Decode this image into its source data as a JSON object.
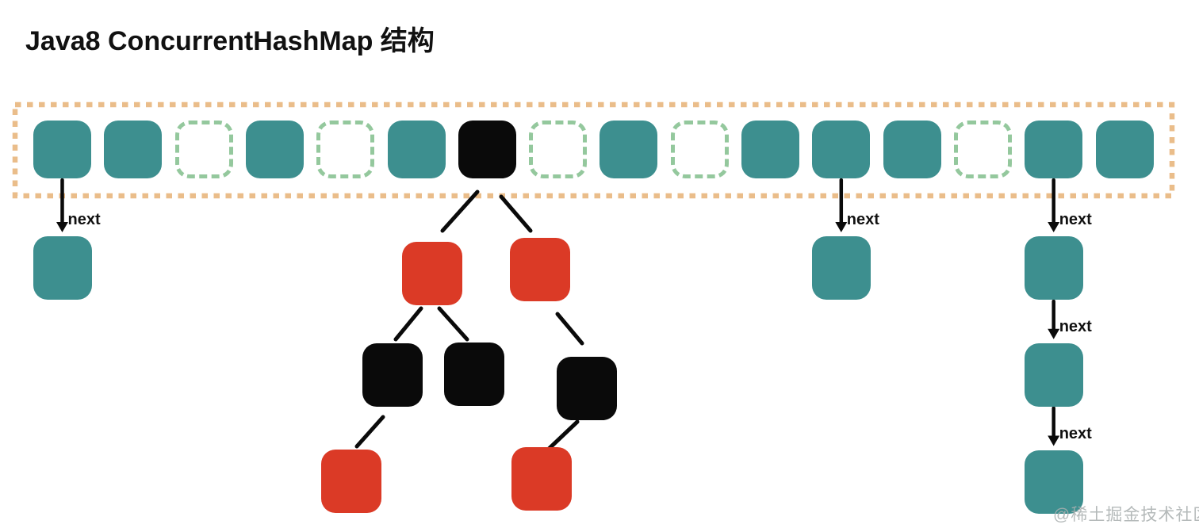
{
  "title": "Java8 ConcurrentHashMap 结构",
  "watermark": "@稀土掘金技术社区",
  "colors": {
    "teal": "#3D8F8F",
    "empty_slot_green": "#94C89D",
    "array_border": "#EABD8A",
    "tree_red": "#DB3A26",
    "node_black": "#0A0A0A",
    "text_black": "#111111",
    "watermark_gray": "#A9AFAF"
  },
  "array": {
    "cells": [
      {
        "index": 0,
        "type": "filled"
      },
      {
        "index": 1,
        "type": "filled"
      },
      {
        "index": 2,
        "type": "empty"
      },
      {
        "index": 3,
        "type": "filled"
      },
      {
        "index": 4,
        "type": "empty"
      },
      {
        "index": 5,
        "type": "filled"
      },
      {
        "index": 6,
        "type": "treebin"
      },
      {
        "index": 7,
        "type": "empty"
      },
      {
        "index": 8,
        "type": "filled"
      },
      {
        "index": 9,
        "type": "empty"
      },
      {
        "index": 10,
        "type": "filled"
      },
      {
        "index": 11,
        "type": "filled"
      },
      {
        "index": 12,
        "type": "filled"
      },
      {
        "index": 13,
        "type": "empty"
      },
      {
        "index": 14,
        "type": "filled"
      },
      {
        "index": 15,
        "type": "filled"
      }
    ]
  },
  "chains": [
    {
      "bucket_index": 0,
      "arrow_labels": [
        "next"
      ],
      "nodes": [
        "teal"
      ]
    },
    {
      "bucket_index": 11,
      "arrow_labels": [
        "next"
      ],
      "nodes": [
        "teal"
      ]
    },
    {
      "bucket_index": 14,
      "arrow_labels": [
        "next",
        "next",
        "next"
      ],
      "nodes": [
        "teal",
        "teal",
        "teal"
      ]
    }
  ],
  "tree": {
    "bucket_index": 6,
    "nodes": [
      {
        "id": "red1",
        "color": "red"
      },
      {
        "id": "red2",
        "color": "red"
      },
      {
        "id": "black1",
        "color": "black"
      },
      {
        "id": "black2",
        "color": "black"
      },
      {
        "id": "black3",
        "color": "black"
      },
      {
        "id": "red3",
        "color": "red"
      },
      {
        "id": "red4",
        "color": "red"
      }
    ],
    "edges": [
      {
        "from": "bucket",
        "to": "red1"
      },
      {
        "from": "bucket",
        "to": "red2"
      },
      {
        "from": "red1",
        "to": "black1"
      },
      {
        "from": "red1",
        "to": "black2"
      },
      {
        "from": "red2",
        "to": "black3"
      },
      {
        "from": "black1",
        "to": "red3"
      },
      {
        "from": "black3",
        "to": "red4"
      }
    ]
  }
}
